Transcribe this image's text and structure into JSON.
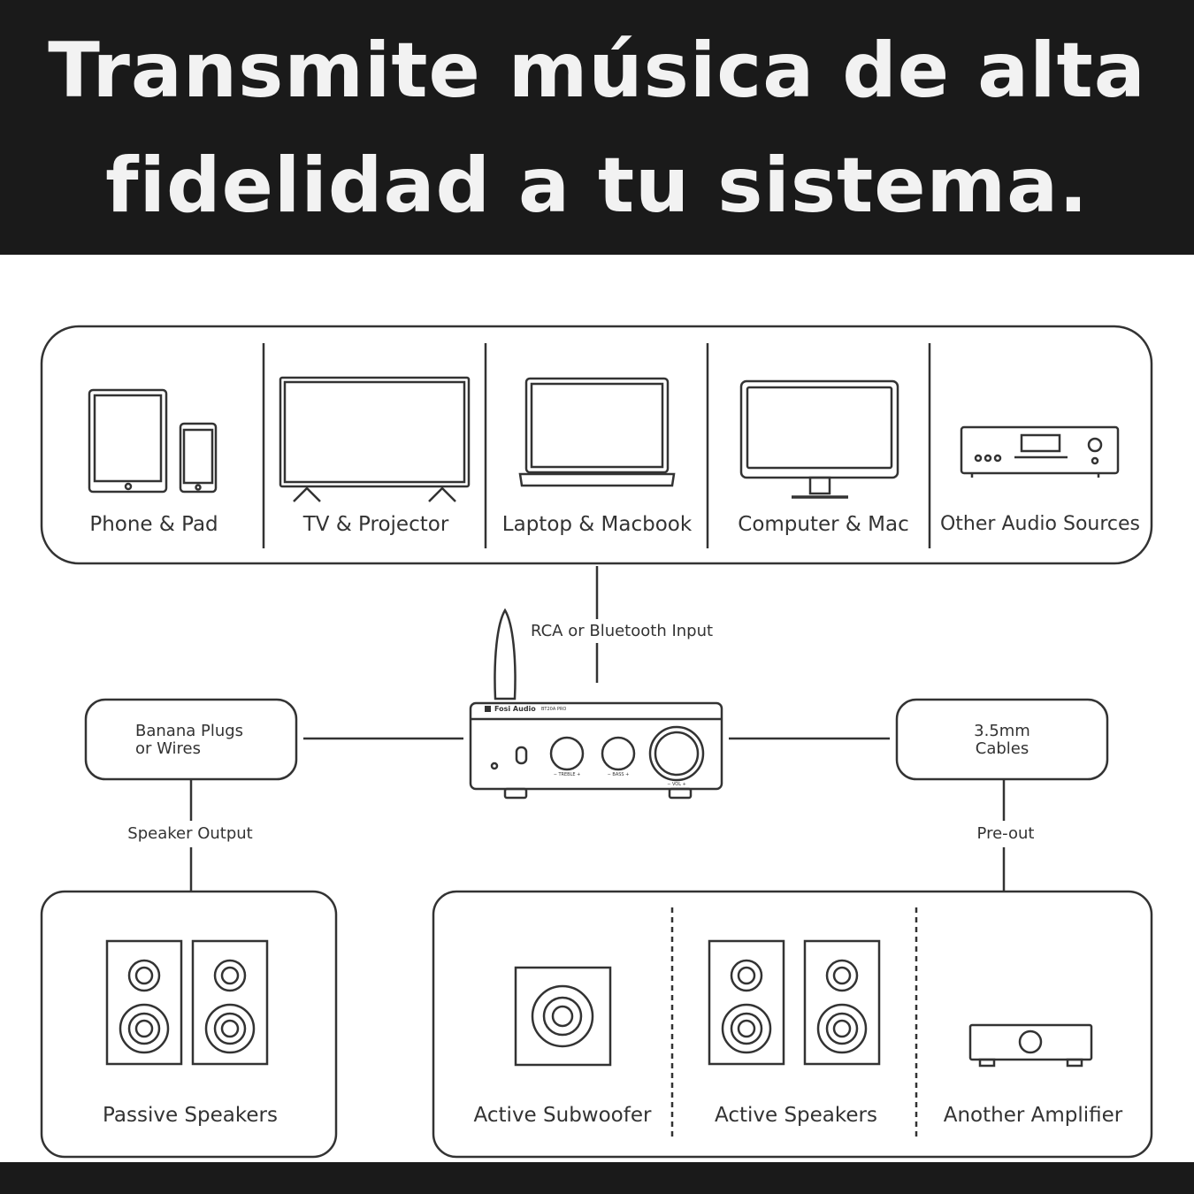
{
  "header": {
    "line1": "Transmite música de alta",
    "line2": "fidelidad a tu sistema."
  },
  "sources": [
    {
      "label": "Phone & Pad",
      "icon": "tablet-phone-icon"
    },
    {
      "label": "TV & Projector",
      "icon": "tv-icon"
    },
    {
      "label": "Laptop & Macbook",
      "icon": "laptop-icon"
    },
    {
      "label": "Computer & Mac",
      "icon": "monitor-icon"
    },
    {
      "label": "Other Audio Sources",
      "icon": "audio-player-icon"
    }
  ],
  "input_label": "RCA or Bluetooth Input",
  "amplifier": {
    "brand": "Fosi Audio",
    "model": "BT20A PRO",
    "knob_treble": "− TREBLE +",
    "knob_bass": "− BASS +",
    "knob_vol": "− VOL +"
  },
  "left_connector": {
    "line1": "Banana Plugs",
    "line2": "or Wires"
  },
  "right_connector": {
    "line1": "3.5mm",
    "line2": "Cables"
  },
  "speaker_output_label": "Speaker Output",
  "preout_label": "Pre-out",
  "outputs_left": {
    "label": "Passive Speakers"
  },
  "outputs_right": [
    {
      "label": "Active Subwoofer"
    },
    {
      "label": "Active Speakers"
    },
    {
      "label": "Another Amplifier"
    }
  ]
}
